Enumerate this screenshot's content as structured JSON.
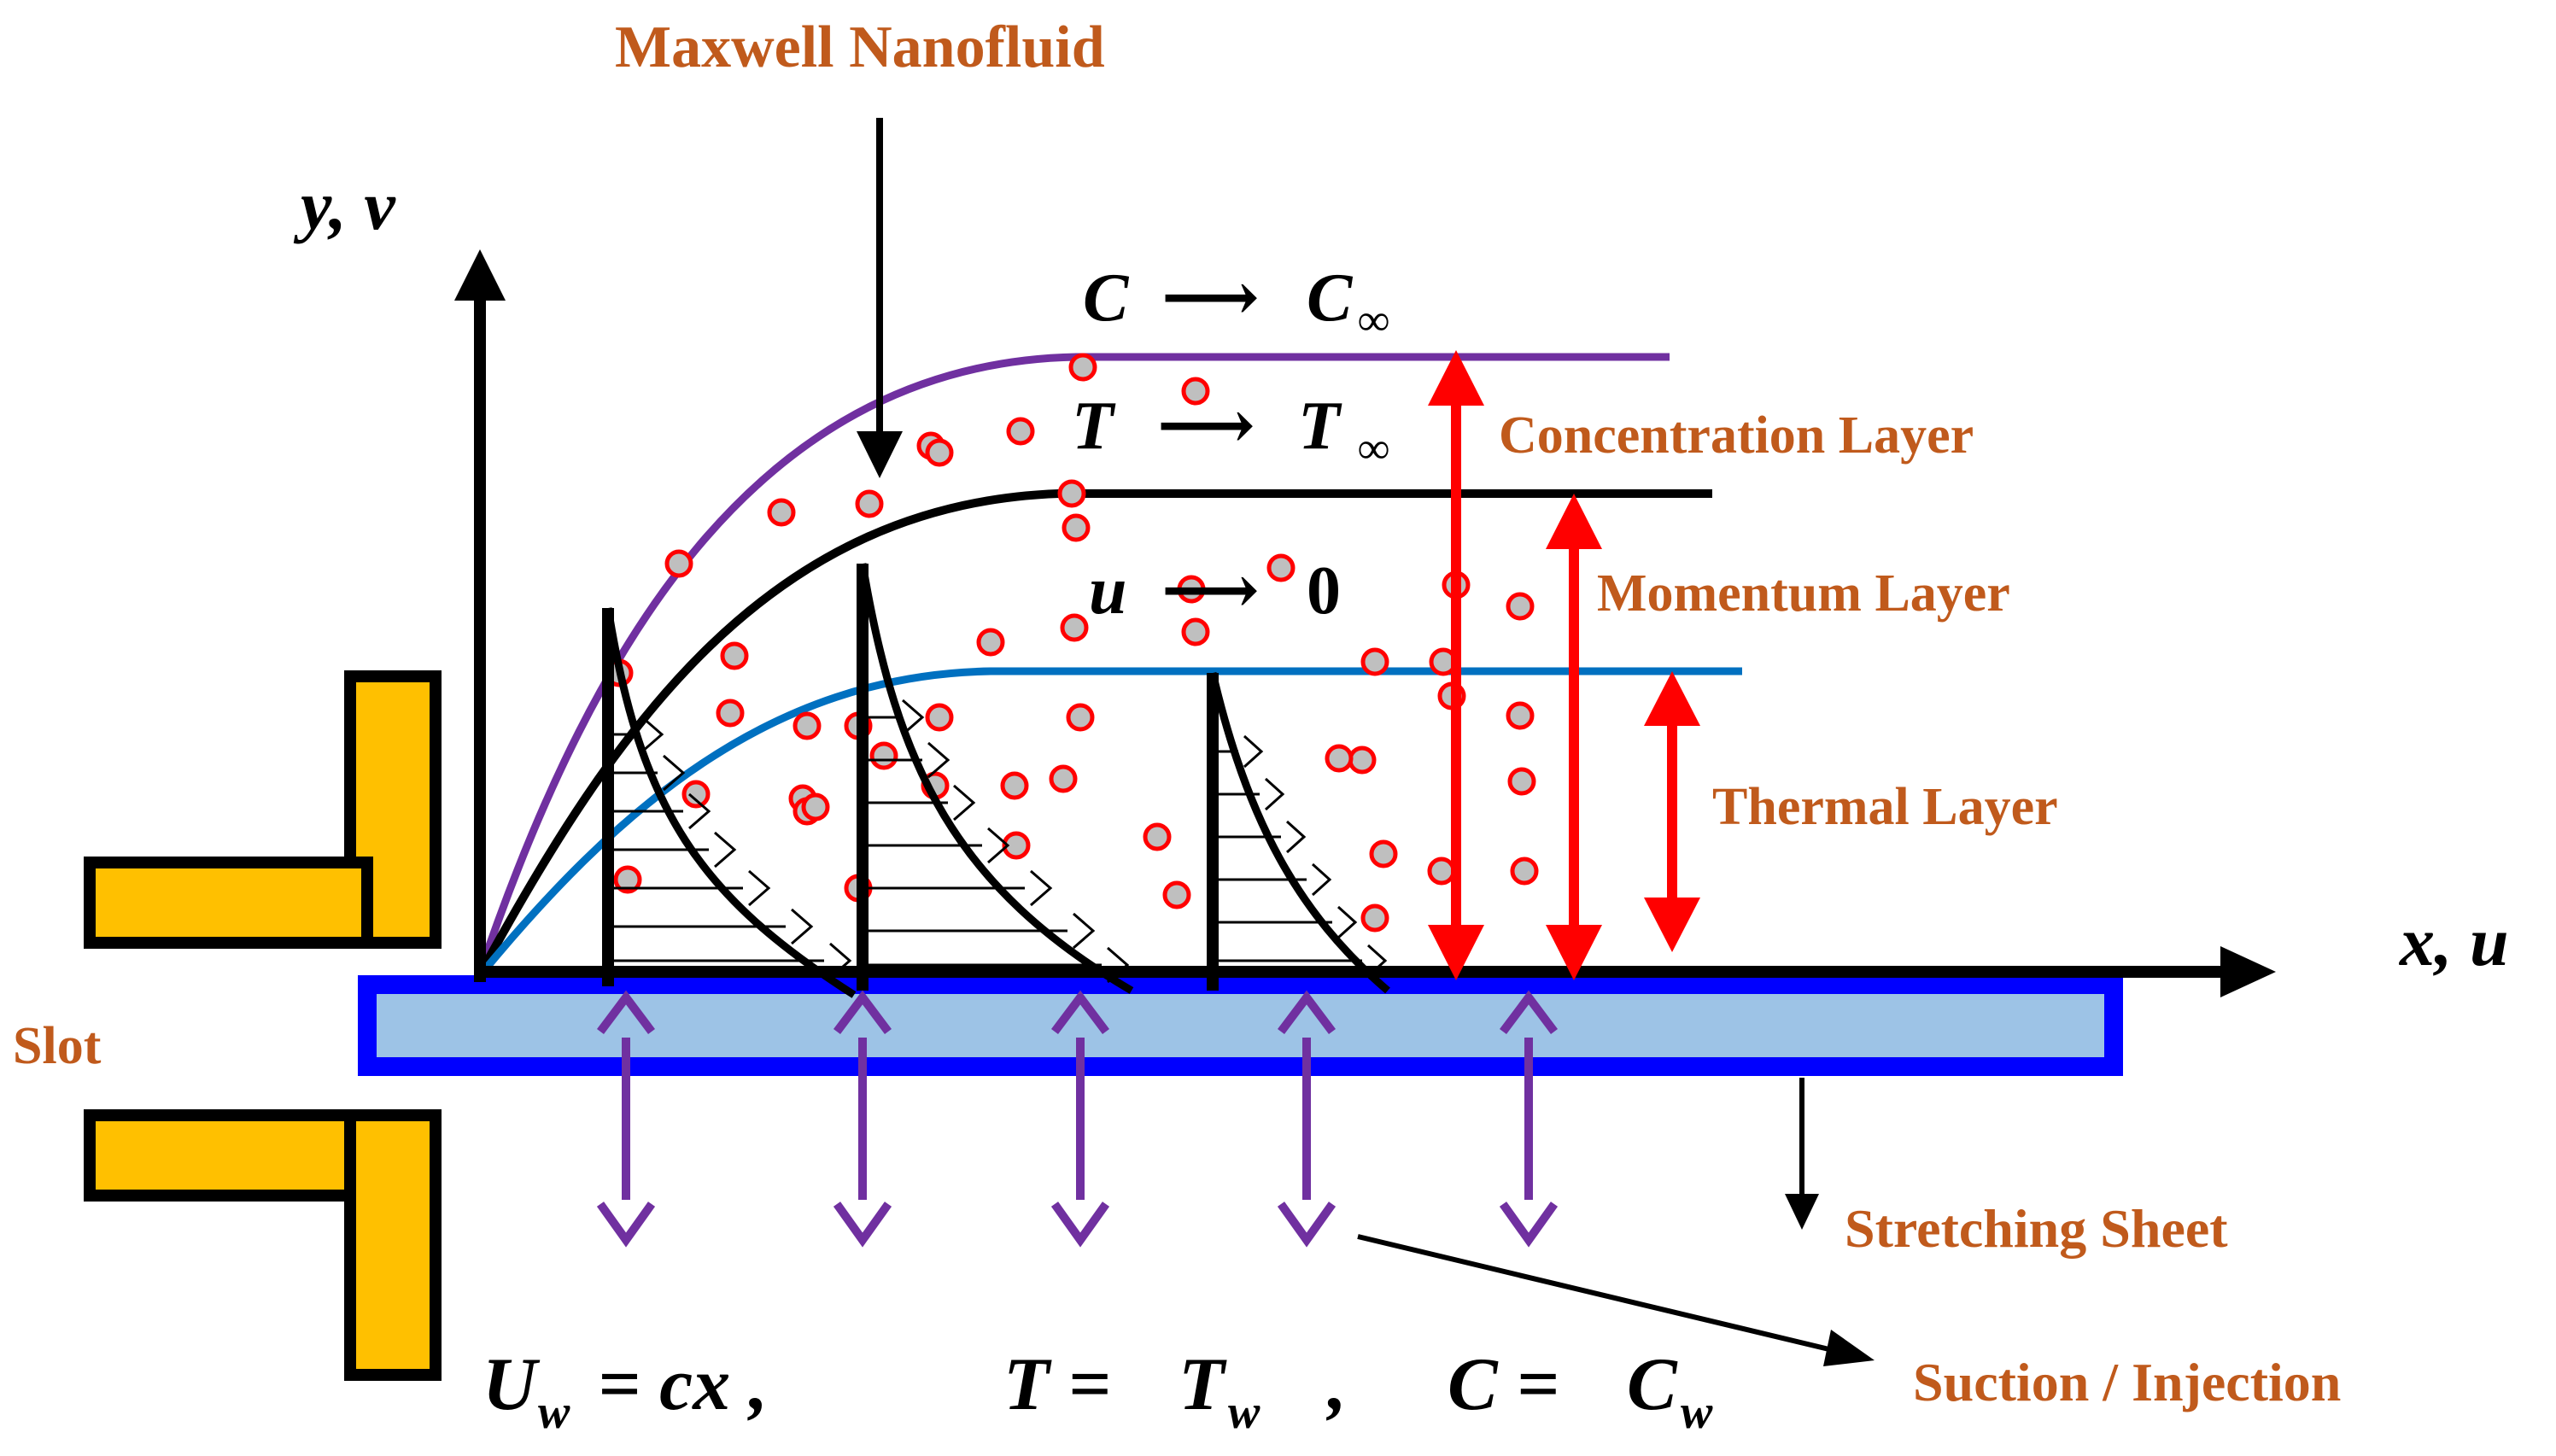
{
  "labels": {
    "maxwell": "Maxwell Nanofluid",
    "concentration": "Concentration Layer",
    "momentum": "Momentum Layer",
    "thermal": "Thermal Layer",
    "stretching": "Stretching Sheet",
    "suction": "Suction / Injection",
    "slot": "Slot"
  },
  "axes": {
    "y_label": "y, v",
    "x_label": "x, u"
  },
  "conditions": {
    "c_var": "C",
    "c_inf": "C",
    "c_inf_sub": "∞",
    "t_var": "T",
    "t_inf": "T",
    "t_inf_sub": "∞",
    "u_var": "u",
    "u_zero": "0",
    "arrow": "⟶"
  },
  "boundary": {
    "uw_u": "U",
    "uw_sub": "w",
    "uw_rhs": "= cx ,",
    "t_lhs": "T =",
    "t_rhs": "T",
    "t_sub": "w",
    "t_comma": ",",
    "c_lhs": "C =",
    "c_rhs": "C",
    "c_sub": "w"
  },
  "colors": {
    "label_orange": "#c05a1c",
    "concentration_curve": "#7030a0",
    "thermal_curve": "#0070c0",
    "momentum_curve": "#000000",
    "layer_arrows": "#ff0000",
    "suction_arrows": "#7030a0",
    "sheet_fill": "#9dc3e6",
    "sheet_border": "#0000ff",
    "slot_fill": "#ffc000",
    "particle_fill": "#bfbfbf",
    "particle_ring": "#ff0000"
  }
}
